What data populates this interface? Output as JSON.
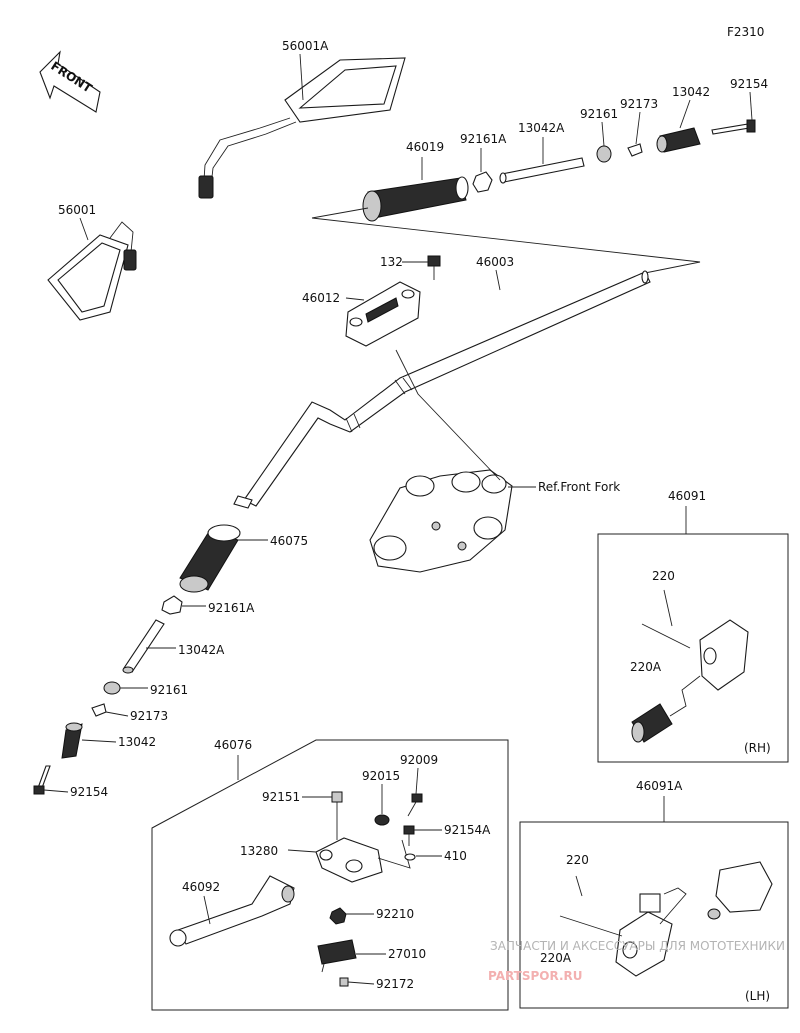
{
  "diagram_code": "F2310",
  "front_label": "FRONT",
  "ref_label": "Ref.Front Fork",
  "box_tags": {
    "rh": "(RH)",
    "lh": "(LH)"
  },
  "watermark": {
    "top": "ЗАПЧАСТИ И АКСЕССУАРЫ ДЛЯ МОТОТЕХНИКИ",
    "brand": "PARTSPOR.RU"
  },
  "labels": {
    "l56001A": "56001A",
    "l56001": "56001",
    "l46019": "46019",
    "l92161A_top": "92161A",
    "l13042A_top": "13042A",
    "l92161_top": "92161",
    "l92173_top": "92173",
    "l13042_top": "13042",
    "l92154_top": "92154",
    "l132": "132",
    "l46003": "46003",
    "l46012": "46012",
    "l46091": "46091",
    "l46075": "46075",
    "l92161A": "92161A",
    "l13042A": "13042A",
    "l92161": "92161",
    "l92173": "92173",
    "l13042": "13042",
    "l92154": "92154",
    "l220_rh": "220",
    "l220A_rh": "220A",
    "l46076": "46076",
    "l92009": "92009",
    "l92015": "92015",
    "l92151": "92151",
    "l92154A": "92154A",
    "l13280": "13280",
    "l410": "410",
    "l46092": "46092",
    "l92210": "92210",
    "l27010": "27010",
    "l92172": "92172",
    "l46091A": "46091A",
    "l220_lh": "220",
    "l220A_lh": "220A"
  }
}
